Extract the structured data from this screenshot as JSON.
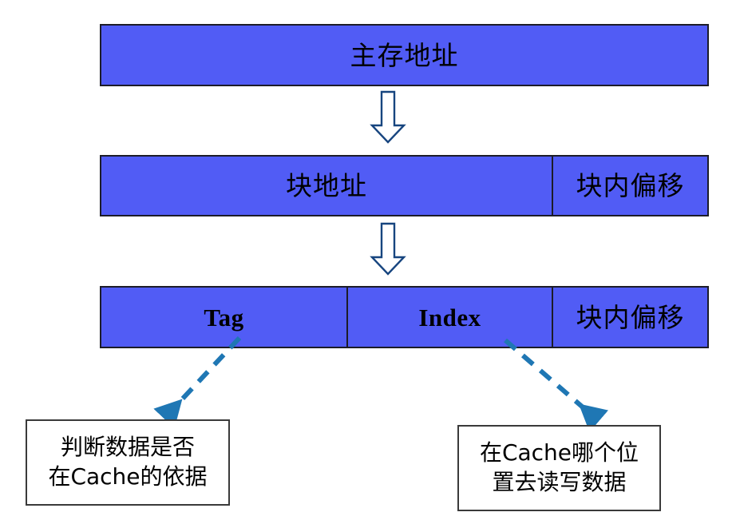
{
  "diagram": {
    "title": "Cache address mapping diagram",
    "colors": {
      "bar_fill": "#515cf5",
      "bar_border": "#1c1c28",
      "block_arrow_outline": "#17457f",
      "block_arrow_fill": "#ffffff",
      "dashed_arrow": "#1f77b4",
      "callout_border": "#3a3a3a",
      "callout_fill": "#ffffff",
      "text": "#000000"
    },
    "rows": [
      {
        "name": "main-address-row",
        "segments": [
          {
            "label": "主存地址",
            "script": "cn"
          }
        ]
      },
      {
        "name": "block-address-row",
        "segments": [
          {
            "label": "块地址",
            "script": "cn"
          },
          {
            "label": "块内偏移",
            "script": "cn"
          }
        ]
      },
      {
        "name": "fields-row",
        "segments": [
          {
            "label": "Tag",
            "script": "en"
          },
          {
            "label": "Index",
            "script": "en"
          },
          {
            "label": "块内偏移",
            "script": "cn"
          }
        ]
      }
    ],
    "block_arrows": [
      {
        "name": "arrow-main-to-block",
        "direction": "down"
      },
      {
        "name": "arrow-block-to-fields",
        "direction": "down"
      }
    ],
    "dashed_arrows": [
      {
        "name": "tag-connector",
        "from": "Tag",
        "to": "判断数据是否在Cache的依据",
        "direction": "down-left"
      },
      {
        "name": "index-connector",
        "from": "Index",
        "to": "在Cache哪个位置去读写数据",
        "direction": "down-right"
      }
    ],
    "callouts": [
      {
        "name": "tag-callout",
        "lines": [
          "判断数据是否",
          "在Cache的依据"
        ]
      },
      {
        "name": "index-callout",
        "lines": [
          "在Cache哪个位",
          "置去读写数据"
        ]
      }
    ]
  }
}
